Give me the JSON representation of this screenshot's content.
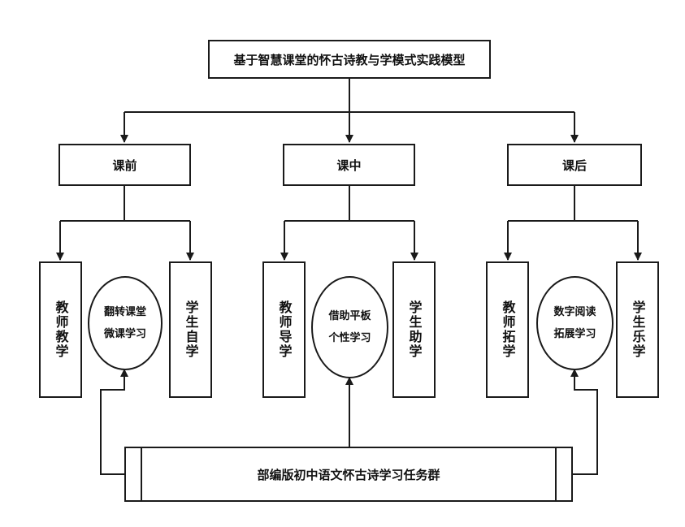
{
  "title": "基于智慧课堂的怀古诗教与学模式实践模型",
  "phases": [
    {
      "label": "课前",
      "teacher": "教师教学",
      "student": "学生自学",
      "method": [
        "翻转课堂",
        "微课学习"
      ]
    },
    {
      "label": "课中",
      "teacher": "教师导学",
      "student": "学生助学",
      "method": [
        "借助平板",
        "个性学习"
      ]
    },
    {
      "label": "课后",
      "teacher": "教师拓学",
      "student": "学生乐学",
      "method": [
        "数字阅读",
        "拓展学习"
      ]
    }
  ],
  "bottom_label": "部编版初中语文怀古诗学习任务群"
}
